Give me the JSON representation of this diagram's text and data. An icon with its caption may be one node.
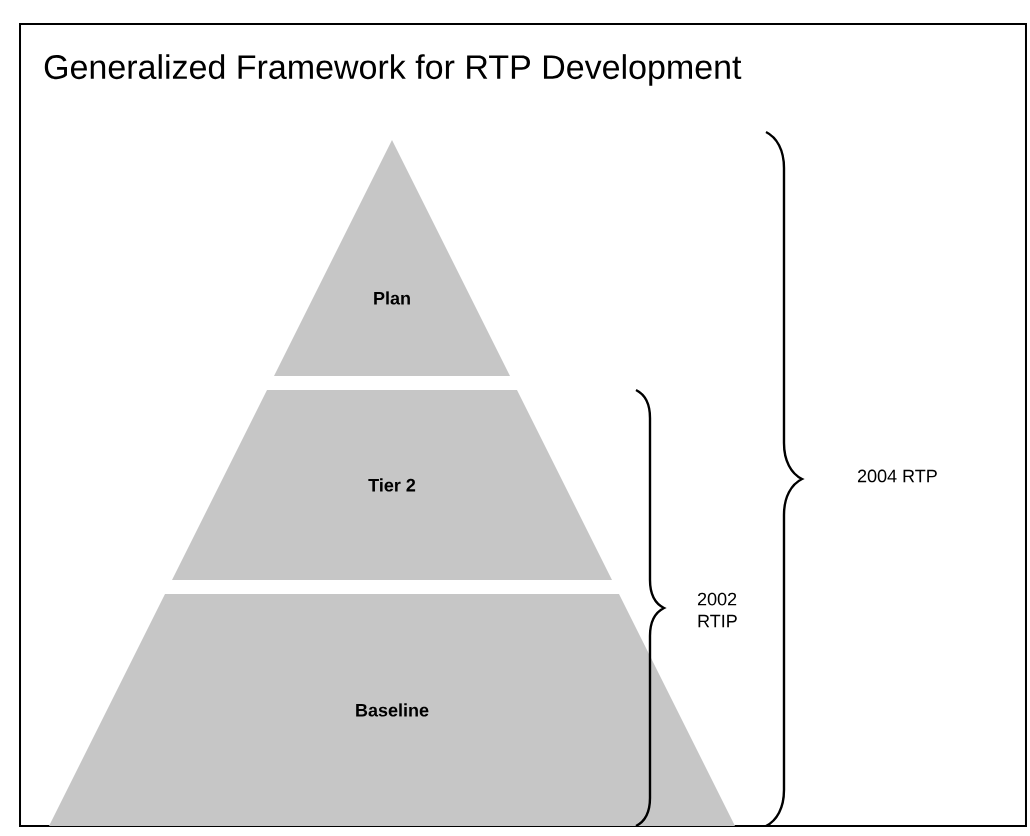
{
  "diagram": {
    "title": "Generalized Framework for RTP Development",
    "nodes": [
      {
        "text": [
          "Plan"
        ]
      },
      {
        "text": [
          "Tier 2"
        ]
      },
      {
        "text": [
          "Baseline"
        ]
      }
    ],
    "labels": [
      "2002 RTIP",
      "2004 RTP"
    ]
  }
}
